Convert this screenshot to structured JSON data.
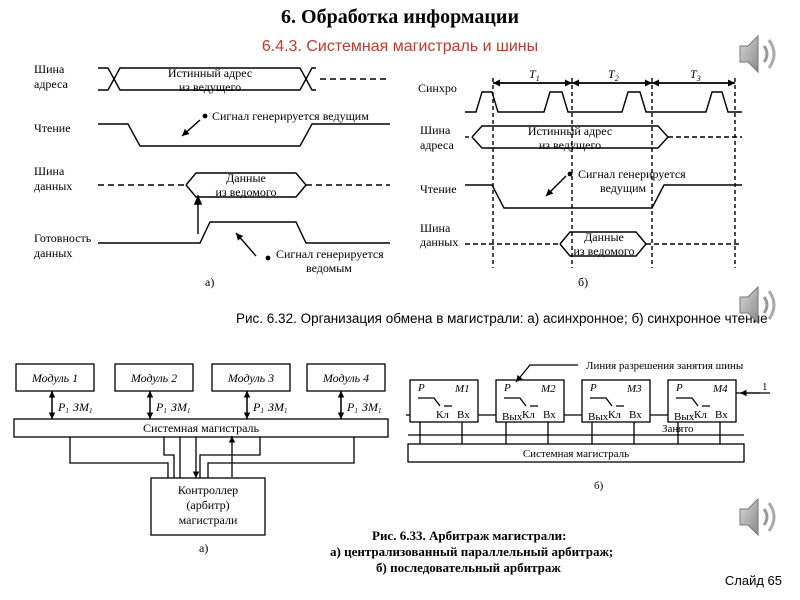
{
  "header": {
    "title": "6. Обработка информации",
    "subtitle": "6.4.3. Системная магистраль и шины"
  },
  "fig_a_timing": {
    "row_labels": [
      "Шина",
      "адреса",
      "Чтение",
      "Шина",
      "данных",
      "Готовность",
      "данных"
    ],
    "addr_text": [
      "Истинный адрес",
      "из ведущего"
    ],
    "read_note": "Сигнал генерируется ведущим",
    "data_text": [
      "Данные",
      "из ведомого"
    ],
    "ready_note": [
      "Сигнал генерируется",
      "ведомым"
    ],
    "label": "а)"
  },
  "fig_b_timing": {
    "row_labels": [
      "Синхро",
      "Шина",
      "адреса",
      "Чтение",
      "Шина",
      "данных"
    ],
    "periods": [
      "T",
      "T",
      "T"
    ],
    "period_subs": [
      "1",
      "2",
      "3"
    ],
    "addr_text": [
      "Истинный адрес",
      "из ведущего"
    ],
    "read_note": [
      "Сигнал генерируется",
      "ведущим"
    ],
    "data_text": [
      "Данные",
      "из ведомого"
    ],
    "label": "б)"
  },
  "caption_1": "Рис. 6.32. Организация обмена в магистрали: а) асинхронное; б) синхронное чтение",
  "fig_a_bus": {
    "modules": [
      "Модуль 1",
      "Модуль 2",
      "Модуль 3",
      "Модуль 4"
    ],
    "p": "P",
    "zm": "ЗМ",
    "sub": "1",
    "bus": "Системная магистраль",
    "controller": [
      "Контроллер",
      "(арбитр)",
      "магистрали"
    ],
    "label": "а)"
  },
  "fig_b_bus": {
    "modules": [
      "M1",
      "M2",
      "M3",
      "M4"
    ],
    "p": "P",
    "kl": "Кл",
    "vx": "Вх",
    "vyx": "Вых",
    "line_label": "Линия разрешения занятия шины",
    "busy": "Занято",
    "one": "1",
    "bus": "Системная магистраль",
    "label": "б)"
  },
  "caption_2": [
    "Рис. 6.33. Арбитраж магистрали:",
    "а) централизованный параллельный арбитраж;",
    "б) последовательный арбитраж"
  ],
  "footer": {
    "slide": "Слайд  65"
  },
  "icons": [
    "speaker-icon",
    "speaker-icon",
    "speaker-icon"
  ]
}
